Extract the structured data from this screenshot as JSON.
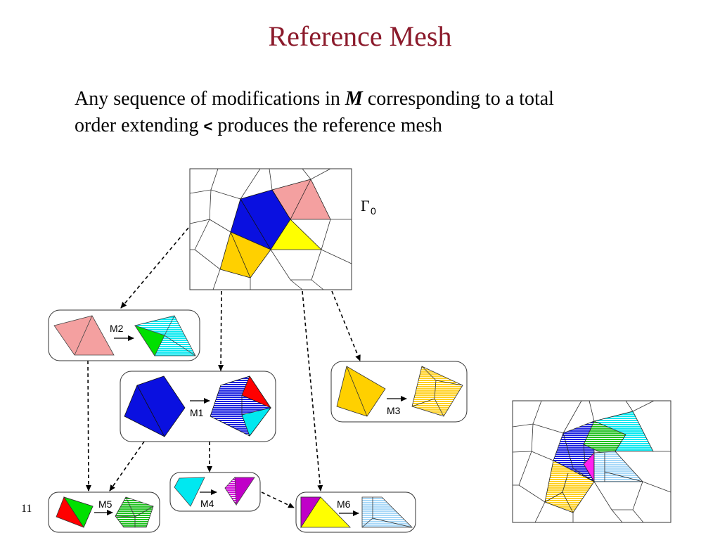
{
  "slide": {
    "title": "Reference Mesh",
    "text_line1_a": "Any sequence of modifications in ",
    "text_line1_m": "M",
    "text_line1_b": " corresponding to a total",
    "text_line2_a": "order extending ",
    "text_line2_sym": "<",
    "text_line2_b": " produces the reference mesh",
    "page_number": "11"
  },
  "diagram": {
    "initial_mesh_label": "Γ",
    "initial_mesh_subscript": "0",
    "modifications": [
      {
        "id": "M1",
        "label": "M1",
        "before_colors": [
          "blue"
        ],
        "after_colors": [
          "blue-hatched",
          "red",
          "cyan"
        ]
      },
      {
        "id": "M2",
        "label": "M2",
        "before_colors": [
          "pink"
        ],
        "after_colors": [
          "green",
          "cyan-hatched"
        ]
      },
      {
        "id": "M3",
        "label": "M3",
        "before_colors": [
          "gold"
        ],
        "after_colors": [
          "gold-hatched"
        ]
      },
      {
        "id": "M4",
        "label": "M4",
        "before_colors": [
          "cyan"
        ],
        "after_colors": [
          "magenta",
          "magenta-hatched"
        ]
      },
      {
        "id": "M5",
        "label": "M5",
        "before_colors": [
          "red",
          "green"
        ],
        "after_colors": [
          "green-hatched"
        ]
      },
      {
        "id": "M6",
        "label": "M6",
        "before_colors": [
          "magenta",
          "yellow"
        ],
        "after_colors": [
          "lightblue-hatched"
        ]
      }
    ],
    "dependencies": [
      [
        "G0",
        "M2"
      ],
      [
        "G0",
        "M1"
      ],
      [
        "G0",
        "M6"
      ],
      [
        "G0",
        "M3"
      ],
      [
        "M2",
        "M5"
      ],
      [
        "M1",
        "M5"
      ],
      [
        "M1",
        "M4"
      ],
      [
        "M4",
        "M6"
      ]
    ],
    "colors": {
      "blue": "#0a10e0",
      "pink": "#f4a0a0",
      "yellow": "#ffff00",
      "gold": "#ffd000",
      "cyan": "#00e8f0",
      "green": "#00e000",
      "red": "#ff0000",
      "magenta": "#c000c8",
      "lightblue": "#a8d8f8",
      "title": "#8b1a2b"
    }
  }
}
